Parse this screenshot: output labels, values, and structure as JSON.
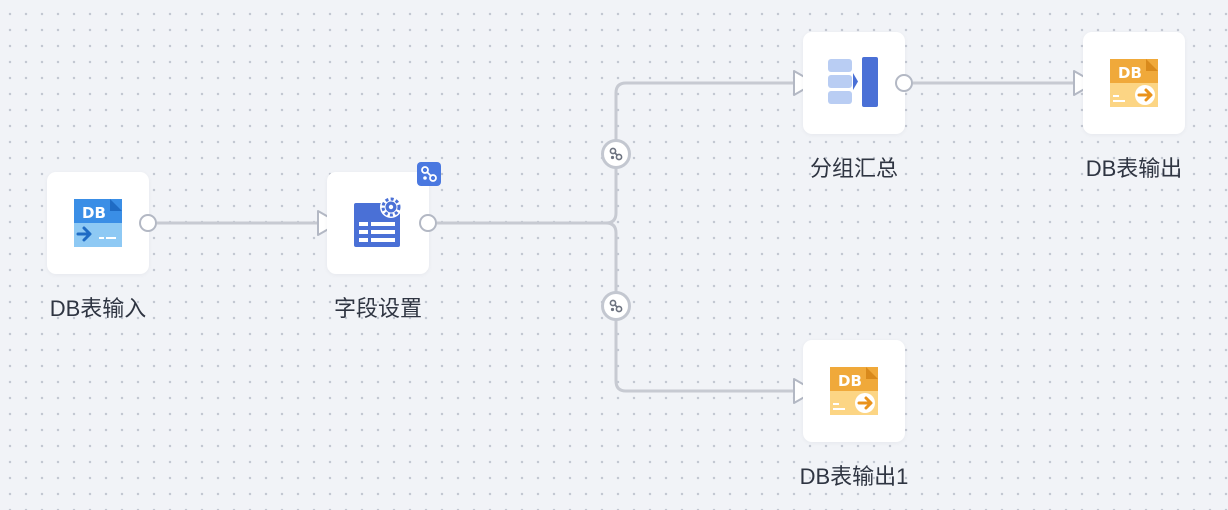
{
  "canvas": {
    "title": "",
    "background": "#f1f3f7",
    "dot_color": "#c3c8d2",
    "edge_color": "#c7cad2"
  },
  "nodes": [
    {
      "id": "db-input",
      "label": "DB表输入",
      "icon": "db-input-icon",
      "color": "#3a8ee6",
      "icon_text": "DB"
    },
    {
      "id": "field-settings",
      "label": "字段设置",
      "icon": "table-settings-icon",
      "color": "#4a70d6",
      "has_badge": true,
      "badge_icon": "branch-icon"
    },
    {
      "id": "group-summary",
      "label": "分组汇总",
      "icon": "group-aggregate-icon",
      "color": "#4a70d6"
    },
    {
      "id": "db-output",
      "label": "DB表输出",
      "icon": "db-output-icon",
      "color": "#f0a93a",
      "icon_text": "DB"
    },
    {
      "id": "db-output-1",
      "label": "DB表输出1",
      "icon": "db-output-icon",
      "color": "#f0a93a",
      "icon_text": "DB"
    }
  ],
  "edges": [
    {
      "from": "db-input",
      "to": "field-settings"
    },
    {
      "from": "field-settings",
      "to": "group-summary",
      "branch_icon": "branch-icon"
    },
    {
      "from": "field-settings",
      "to": "db-output-1",
      "branch_icon": "branch-icon"
    },
    {
      "from": "group-summary",
      "to": "db-output"
    }
  ]
}
